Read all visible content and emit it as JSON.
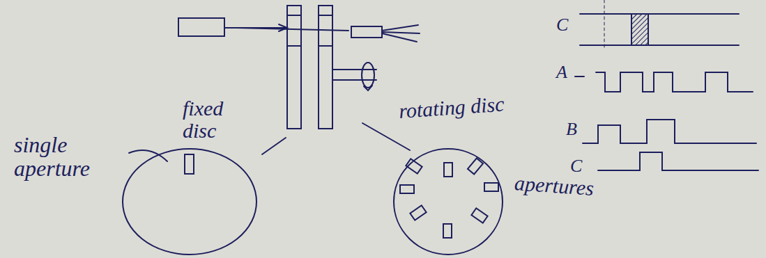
{
  "diagram": {
    "labels": [
      "fixed disc",
      "single aperture",
      "rotating disc",
      "apertures",
      "C",
      "A",
      "B",
      "C"
    ]
  }
}
